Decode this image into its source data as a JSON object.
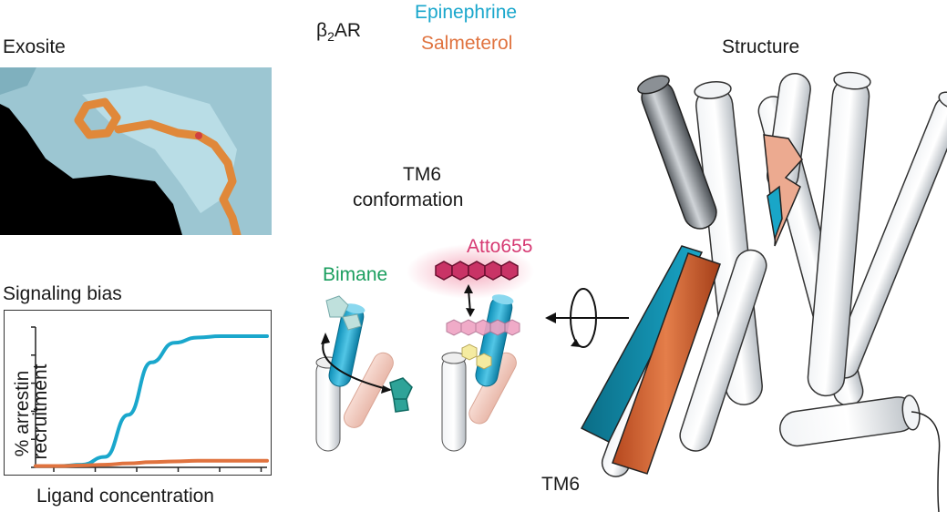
{
  "title": {
    "receptor_main": "β",
    "receptor_sub": "2",
    "receptor_tail": "AR"
  },
  "legend": {
    "epinephrine": "Epinephrine",
    "salmeterol": "Salmeterol"
  },
  "colors": {
    "epinephrine": "#1aa7cc",
    "salmeterol": "#e0733f",
    "bimane": "#1a9e5e",
    "atto655": "#d63a73",
    "ligand": "#e0883a"
  },
  "panels": {
    "exosite": {
      "label": "Exosite"
    },
    "signaling": {
      "label": "Signaling bias",
      "ylabel_line1": "% arrestin",
      "ylabel_line2": "recruitment",
      "xlabel": "Ligand concentration"
    },
    "tm6": {
      "label_line1": "TM6",
      "label_line2": "conformation",
      "bimane": "Bimane",
      "atto": "Atto655"
    },
    "structure": {
      "label": "Structure",
      "tm6_label": "TM6"
    }
  },
  "chart_data": {
    "type": "line",
    "xlabel": "Ligand concentration",
    "ylabel": "% arrestin recruitment",
    "x": [
      0,
      1,
      2,
      3,
      4,
      5,
      6,
      7,
      8,
      9,
      10
    ],
    "series": [
      {
        "name": "Epinephrine",
        "values": [
          1,
          1,
          2,
          8,
          40,
          80,
          95,
          99,
          100,
          100,
          100
        ]
      },
      {
        "name": "Salmeterol",
        "values": [
          1,
          1,
          1.5,
          2,
          3,
          4,
          4.5,
          5,
          5,
          5,
          5
        ]
      }
    ]
  }
}
